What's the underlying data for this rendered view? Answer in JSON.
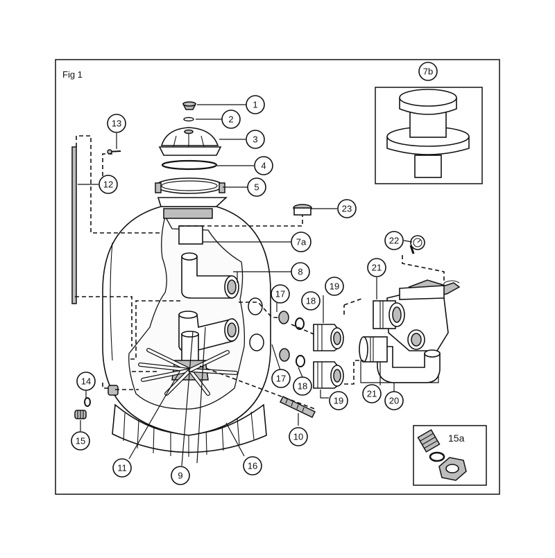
{
  "figure": {
    "label": "Fig 1",
    "inset_7b_label": "7b",
    "inset_15a_label": "15a"
  },
  "callouts": [
    {
      "id": "1",
      "name": "callout-1"
    },
    {
      "id": "2",
      "name": "callout-2"
    },
    {
      "id": "3",
      "name": "callout-3"
    },
    {
      "id": "4",
      "name": "callout-4"
    },
    {
      "id": "5",
      "name": "callout-5"
    },
    {
      "id": "7a",
      "name": "callout-7a"
    },
    {
      "id": "8",
      "name": "callout-8"
    },
    {
      "id": "9",
      "name": "callout-9"
    },
    {
      "id": "10",
      "name": "callout-10"
    },
    {
      "id": "11",
      "name": "callout-11"
    },
    {
      "id": "12",
      "name": "callout-12"
    },
    {
      "id": "13",
      "name": "callout-13"
    },
    {
      "id": "14",
      "name": "callout-14"
    },
    {
      "id": "15",
      "name": "callout-15"
    },
    {
      "id": "16",
      "name": "callout-16"
    },
    {
      "id": "17",
      "name": "callout-17-upper"
    },
    {
      "id": "17",
      "name": "callout-17-lower"
    },
    {
      "id": "18",
      "name": "callout-18-upper"
    },
    {
      "id": "18",
      "name": "callout-18-lower"
    },
    {
      "id": "19",
      "name": "callout-19-upper"
    },
    {
      "id": "19",
      "name": "callout-19-lower"
    },
    {
      "id": "20",
      "name": "callout-20"
    },
    {
      "id": "21",
      "name": "callout-21-upper"
    },
    {
      "id": "21",
      "name": "callout-21-lower"
    },
    {
      "id": "22",
      "name": "callout-22"
    },
    {
      "id": "23",
      "name": "callout-23"
    }
  ]
}
